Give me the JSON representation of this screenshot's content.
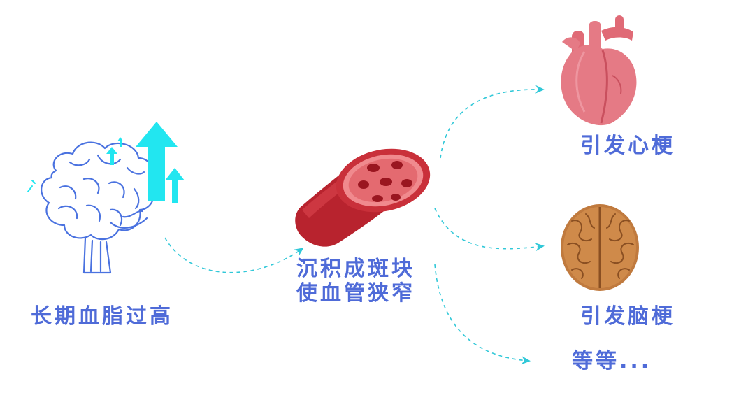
{
  "cause_label": "长期血脂过高",
  "vessel_label_line1": "沉积成斑块",
  "vessel_label_line2": "使血管狭窄",
  "outcomes": {
    "heart_label": "引发心梗",
    "brain_label": "引发脑梗",
    "etc_label": "等等..."
  },
  "colors": {
    "label_blue": "#4f6bd8",
    "arrow_teal": "#31c8d8",
    "up_arrow_cyan": "#22e6f0",
    "brain_outline": "#4a72e0",
    "vessel_red": "#b8232e",
    "heart_pink": "#e57a85",
    "brain_brown": "#c07a3e"
  },
  "icons": [
    "brain-outline-icon",
    "up-arrow-icon",
    "blood-vessel-icon",
    "heart-icon",
    "brain-icon",
    "dashed-arrow-icon"
  ]
}
